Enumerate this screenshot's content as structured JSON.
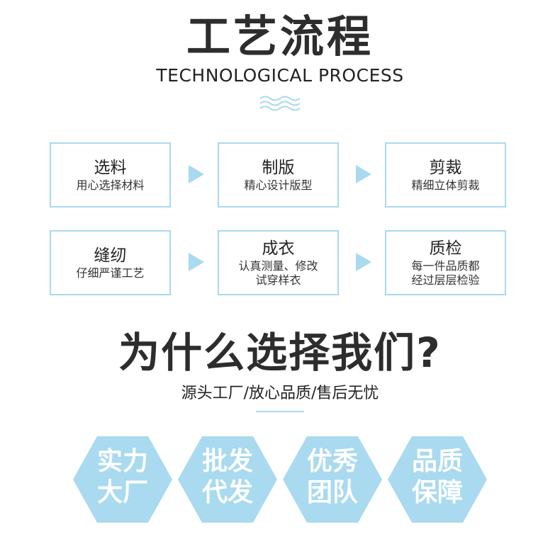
{
  "header": {
    "title": "工艺流程",
    "subtitle": "TECHNOLOGICAL PROCESS"
  },
  "process": {
    "steps": [
      {
        "title": "选料",
        "desc": "用心选择材料"
      },
      {
        "title": "制版",
        "desc": "精心设计版型"
      },
      {
        "title": "剪裁",
        "desc": "精细立体剪裁"
      },
      {
        "title": "缝纫",
        "desc": "仔细严谨工艺"
      },
      {
        "title": "成衣",
        "desc_line1": "认真测量、修改",
        "desc_line2": "试穿样衣"
      },
      {
        "title": "质检",
        "desc_line1": "每一件品质都",
        "desc_line2": "经过层层检验"
      }
    ]
  },
  "why": {
    "title": "为什么选择我们?",
    "subtitle": "源头工厂/放心品质/售后无忧"
  },
  "features": [
    {
      "line1": "实力",
      "line2": "大厂"
    },
    {
      "line1": "批发",
      "line2": "代发"
    },
    {
      "line1": "优秀",
      "line2": "团队"
    },
    {
      "line1": "品质",
      "line2": "保障"
    }
  ],
  "colors": {
    "accent": "#a9daef",
    "text": "#2d2d2d"
  }
}
